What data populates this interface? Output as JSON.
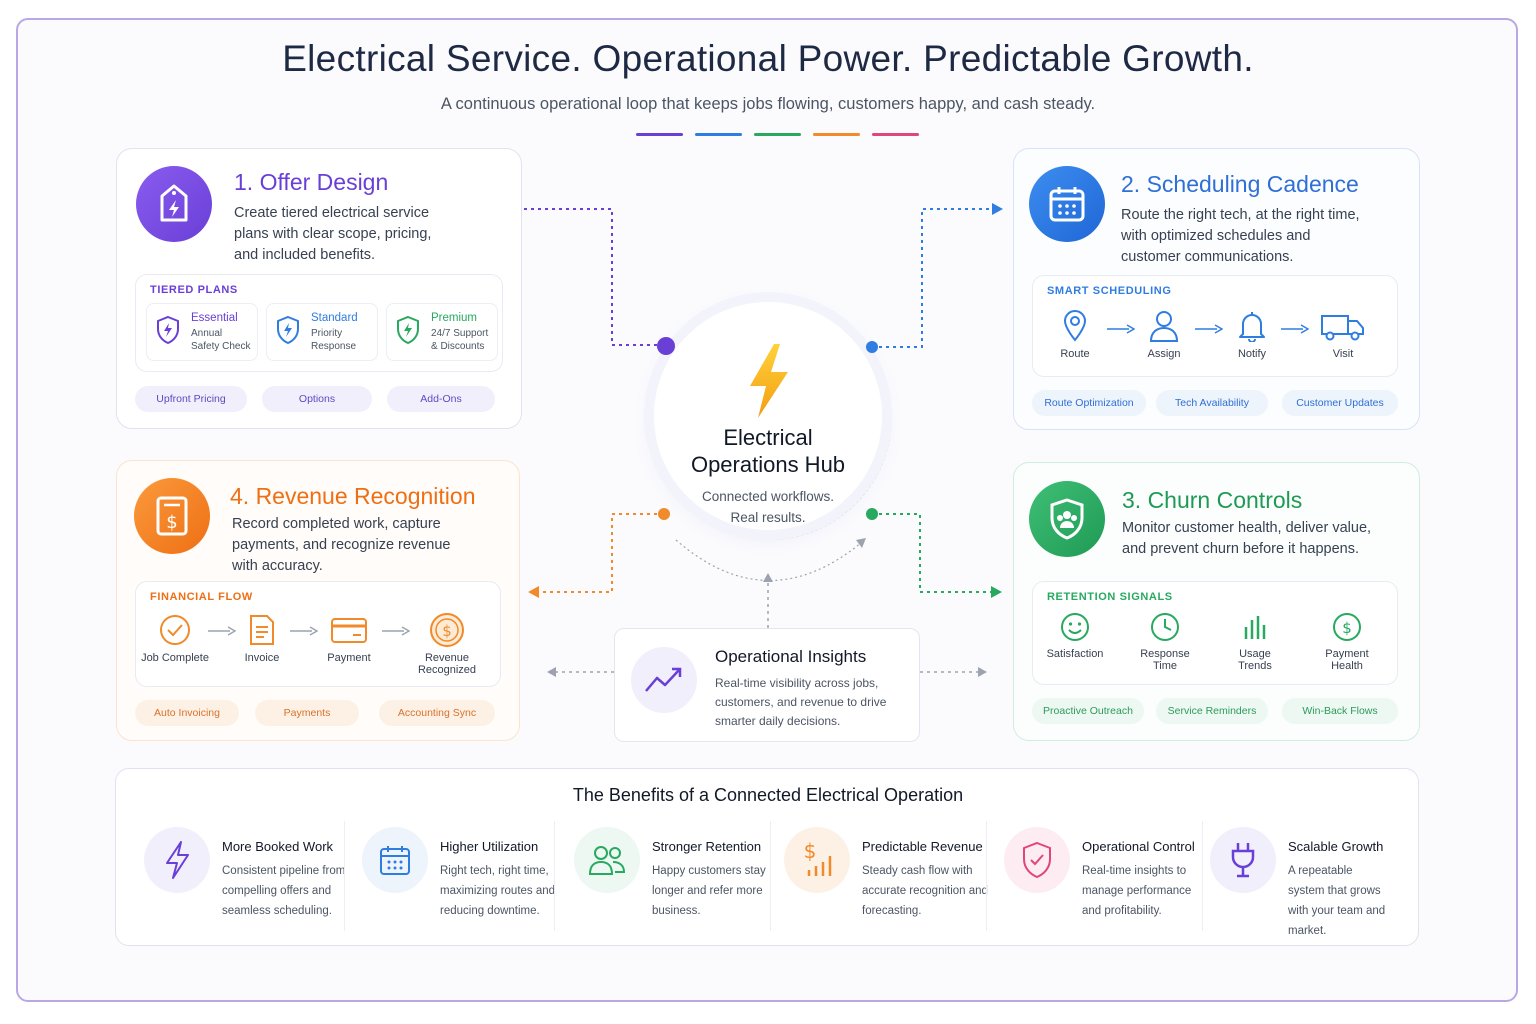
{
  "header": {
    "title": "Electrical Service. Operational Power. Predictable Growth.",
    "subtitle": "A continuous operational loop that keeps jobs flowing, customers happy, and cash steady.",
    "accent_colors": [
      "#6a3fd6",
      "#2f7de1",
      "#27a960",
      "#f08a2a",
      "#e0457b"
    ]
  },
  "offer": {
    "title": "1. Offer Design",
    "desc": "Create tiered electrical service plans with clear scope, pricing, and included benefits.",
    "section_label": "TIERED PLANS",
    "plans": [
      {
        "name": "Essential",
        "line1": "Annual",
        "line2": "Safety Check"
      },
      {
        "name": "Standard",
        "line1": "Priority",
        "line2": "Response"
      },
      {
        "name": "Premium",
        "line1": "24/7 Support",
        "line2": "& Discounts"
      }
    ],
    "pills": [
      "Upfront Pricing",
      "Options",
      "Add-Ons"
    ],
    "color": "#6a3fd6"
  },
  "scheduling": {
    "title": "2. Scheduling Cadence",
    "desc": "Route the right tech, at the right time, with optimized schedules and customer communications.",
    "section_label": "SMART SCHEDULING",
    "steps": [
      "Route",
      "Assign",
      "Notify",
      "Visit"
    ],
    "pills": [
      "Route Optimization",
      "Tech Availability",
      "Customer Updates"
    ],
    "color": "#2f7de1"
  },
  "churn": {
    "title": "3. Churn Controls",
    "desc": "Monitor customer health, deliver value, and prevent churn before it happens.",
    "section_label": "RETENTION SIGNALS",
    "signals": [
      {
        "l1": "Satisfaction",
        "l2": ""
      },
      {
        "l1": "Response",
        "l2": "Time"
      },
      {
        "l1": "Usage",
        "l2": "Trends"
      },
      {
        "l1": "Payment",
        "l2": "Health"
      }
    ],
    "pills": [
      "Proactive Outreach",
      "Service Reminders",
      "Win-Back Flows"
    ],
    "color": "#27a960"
  },
  "revenue": {
    "title": "4. Revenue Recognition",
    "desc": "Record completed work, capture payments, and recognize revenue with accuracy.",
    "section_label": "FINANCIAL FLOW",
    "steps": [
      {
        "l1": "Job Complete",
        "l2": ""
      },
      {
        "l1": "Invoice",
        "l2": ""
      },
      {
        "l1": "Payment",
        "l2": ""
      },
      {
        "l1": "Revenue",
        "l2": "Recognized"
      }
    ],
    "pills": [
      "Auto Invoicing",
      "Payments",
      "Accounting Sync"
    ],
    "color": "#f08a2a"
  },
  "hub": {
    "title_line1": "Electrical",
    "title_line2": "Operations Hub",
    "sub_line1": "Connected workflows.",
    "sub_line2": "Real results."
  },
  "insights": {
    "title": "Operational Insights",
    "desc": "Real-time visibility across jobs, customers, and revenue to drive smarter daily decisions."
  },
  "benefits": {
    "title": "The Benefits of a Connected Electrical Operation",
    "items": [
      {
        "title": "More Booked Work",
        "desc": "Consistent pipeline from compelling offers and seamless scheduling.",
        "icon": "bolt-icon"
      },
      {
        "title": "Higher Utilization",
        "desc": "Right tech, right time, maximizing routes and reducing downtime.",
        "icon": "calendar-icon"
      },
      {
        "title": "Stronger Retention",
        "desc": "Happy customers stay longer and refer more business.",
        "icon": "people-icon"
      },
      {
        "title": "Predictable Revenue",
        "desc": "Steady cash flow with accurate recognition and forecasting.",
        "icon": "dollar-chart-icon"
      },
      {
        "title": "Operational Control",
        "desc": "Real-time insights to manage performance and profitability.",
        "icon": "shield-check-icon"
      },
      {
        "title": "Scalable Growth",
        "desc": "A repeatable system that grows with your team and market.",
        "icon": "plug-icon"
      }
    ]
  }
}
